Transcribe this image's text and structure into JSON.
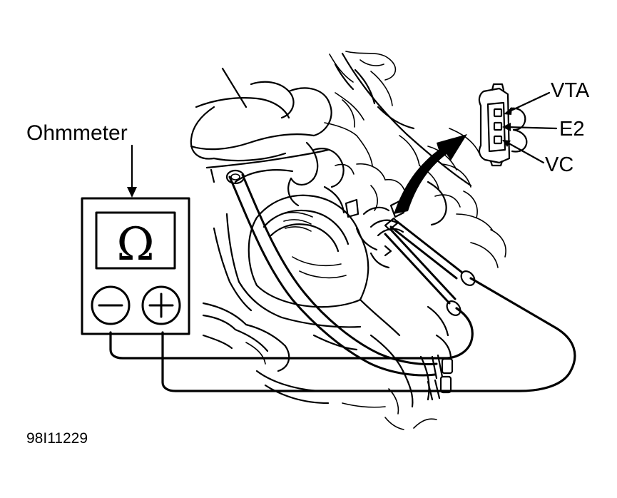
{
  "labels": {
    "ohmmeter": "Ohmmeter",
    "ohm_symbol": "Ω",
    "pin_vta": "VTA",
    "pin_e2": "E2",
    "pin_vc": "VC",
    "figure_id": "98I11229"
  },
  "meter": {
    "negative_terminal": "minus",
    "positive_terminal": "plus"
  },
  "icons": [
    "ohm-symbol",
    "minus-terminal-icon",
    "plus-terminal-icon",
    "arrow-icon",
    "connector-icon"
  ]
}
